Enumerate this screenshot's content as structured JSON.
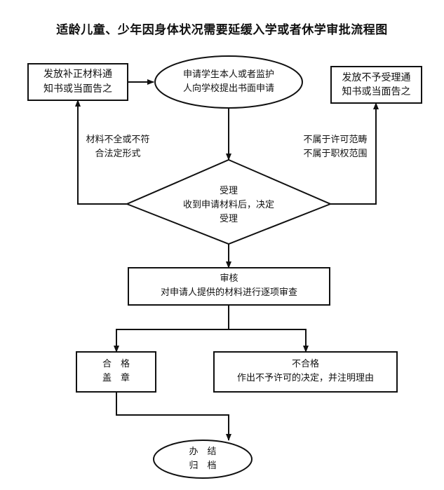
{
  "title": "适龄儿童、少年因身体状况需要延缓入学或者休学审批流程图",
  "nodes": {
    "apply": [
      "申请学生本人或者监护",
      "人向学校提出书面申请"
    ],
    "supplement": [
      "发放补正材料通",
      "知书或当面告之"
    ],
    "reject_notice": [
      "发放不予受理通",
      "知书或当面告之"
    ],
    "accept": [
      "受理",
      "收到申请材料后，决定",
      "受理"
    ],
    "review": [
      "审核",
      "对申请人提供的材料进行逐项审查"
    ],
    "qualified": [
      "合　格",
      "盖　章"
    ],
    "unqualified": [
      "不合格",
      "作出不予许可的决定，并注明理由"
    ],
    "archive": [
      "办　结",
      "归　档"
    ]
  },
  "edge_labels": {
    "incomplete": [
      "材料不全或不符",
      "合法定形式"
    ],
    "out_of_scope": [
      "不属于许可范畴",
      "不属于职权范围"
    ]
  }
}
